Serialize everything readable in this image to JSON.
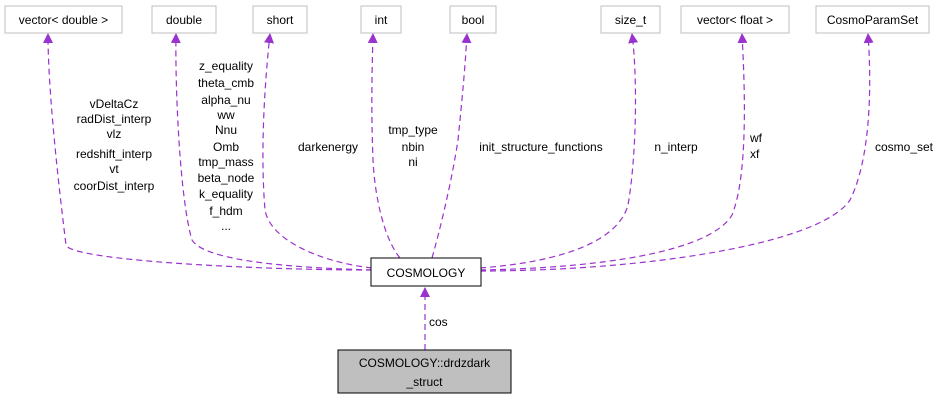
{
  "nodes": {
    "vector_double": "vector< double >",
    "double": "double",
    "short": "short",
    "int": "int",
    "bool": "bool",
    "size_t": "size_t",
    "vector_float": "vector< float >",
    "cosmo_param_set": "CosmoParamSet",
    "cosmology": "COSMOLOGY",
    "drdzdark_struct_line1": "COSMOLOGY::drdzdark",
    "drdzdark_struct_line2": "_struct"
  },
  "edge_labels": {
    "vector_double": [
      "vDeltaCz",
      "radDist_interp",
      "vlz",
      "redshift_interp",
      "vt",
      "coorDist_interp"
    ],
    "double": [
      "z_equality",
      "theta_cmb",
      "alpha_nu",
      "ww",
      "Nnu",
      "Omb",
      "tmp_mass",
      "beta_node",
      "k_equality",
      "f_hdm",
      "..."
    ],
    "short": [
      "darkenergy"
    ],
    "int": [
      "tmp_type",
      "nbin",
      "ni"
    ],
    "bool": [
      "init_structure_functions"
    ],
    "size_t": [
      "n_interp"
    ],
    "vector_float": [
      "wf",
      "xf"
    ],
    "cosmo_param_set": [
      "cosmo_set"
    ],
    "cos": [
      "cos"
    ]
  },
  "colors": {
    "edge": "#9a32cd",
    "node_border_gray": "#bfbfbf",
    "node_border_black": "#000000",
    "focus_fill": "#bfbfbf"
  }
}
